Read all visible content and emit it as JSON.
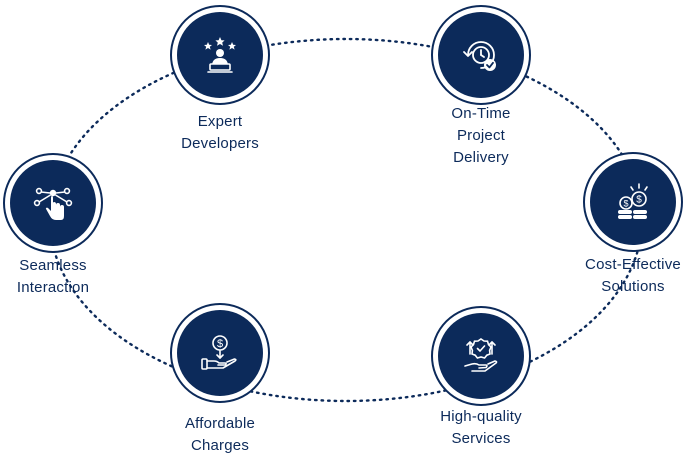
{
  "colors": {
    "primary": "#0c2a5a",
    "background": "#ffffff"
  },
  "nodes": [
    {
      "id": "expert",
      "icon": "developer-stars-icon",
      "lines": [
        "Expert",
        "Developers"
      ]
    },
    {
      "id": "ontime",
      "icon": "clock-check-icon",
      "lines": [
        "On-Time",
        "Project",
        "Delivery"
      ]
    },
    {
      "id": "cost",
      "icon": "coins-icon",
      "lines": [
        "Cost-Effective",
        "Solutions"
      ]
    },
    {
      "id": "quality",
      "icon": "quality-badge-icon",
      "lines": [
        "High-quality",
        "Services"
      ]
    },
    {
      "id": "affordable",
      "icon": "hand-dollar-icon",
      "lines": [
        "Affordable",
        "Charges"
      ]
    },
    {
      "id": "seamless",
      "icon": "touch-network-icon",
      "lines": [
        "Seamless",
        "Interaction"
      ]
    }
  ]
}
